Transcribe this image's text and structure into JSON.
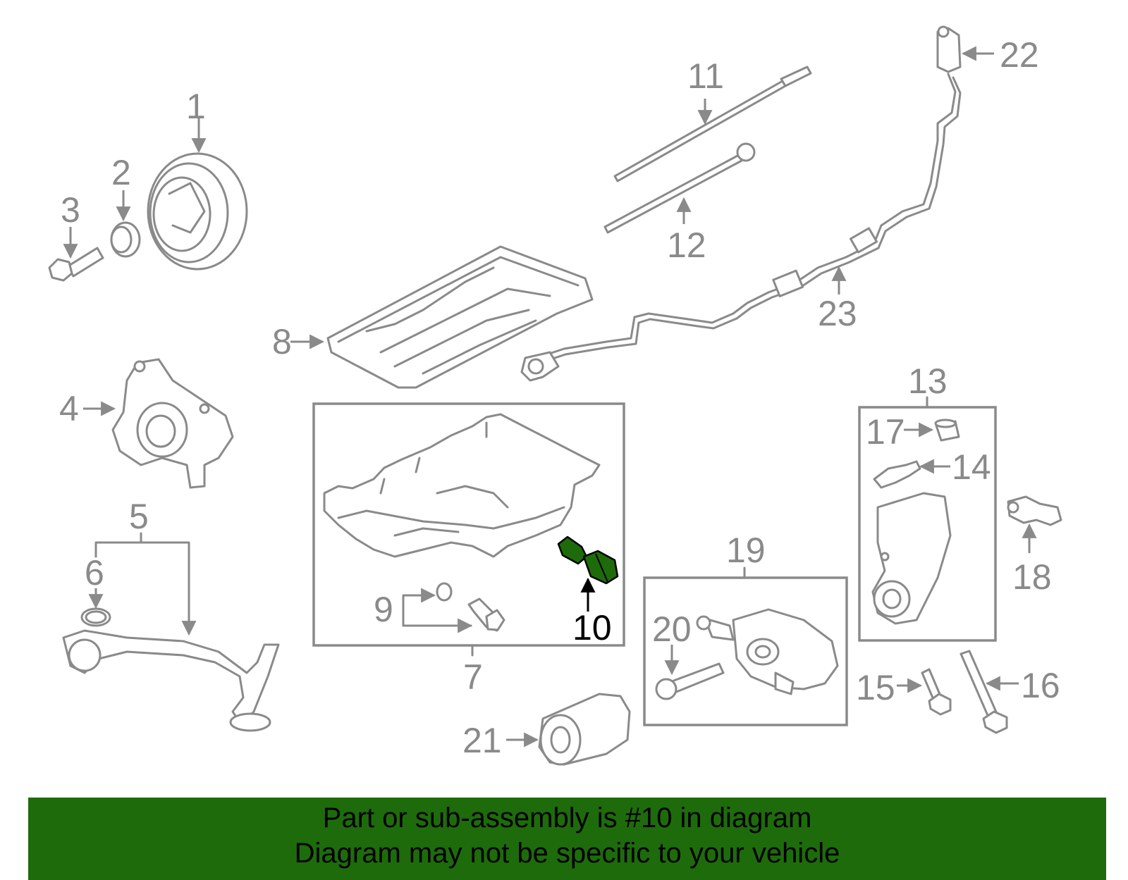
{
  "colors": {
    "outline": "#8a8a8a",
    "highlight_fill": "#1e6b0c",
    "banner_bg": "#1e6b0c",
    "label_highlight": "#000000"
  },
  "labels": {
    "p1": "1",
    "p2": "2",
    "p3": "3",
    "p4": "4",
    "p5": "5",
    "p6": "6",
    "p7": "7",
    "p8": "8",
    "p9": "9",
    "p10": "10",
    "p11": "11",
    "p12": "12",
    "p13": "13",
    "p14": "14",
    "p15": "15",
    "p16": "16",
    "p17": "17",
    "p18": "18",
    "p19": "19",
    "p20": "20",
    "p21": "21",
    "p22": "22",
    "p23": "23"
  },
  "banner": {
    "line1": "Part or sub-assembly is #10 in diagram",
    "line2": "Diagram may not be specific to your vehicle"
  }
}
